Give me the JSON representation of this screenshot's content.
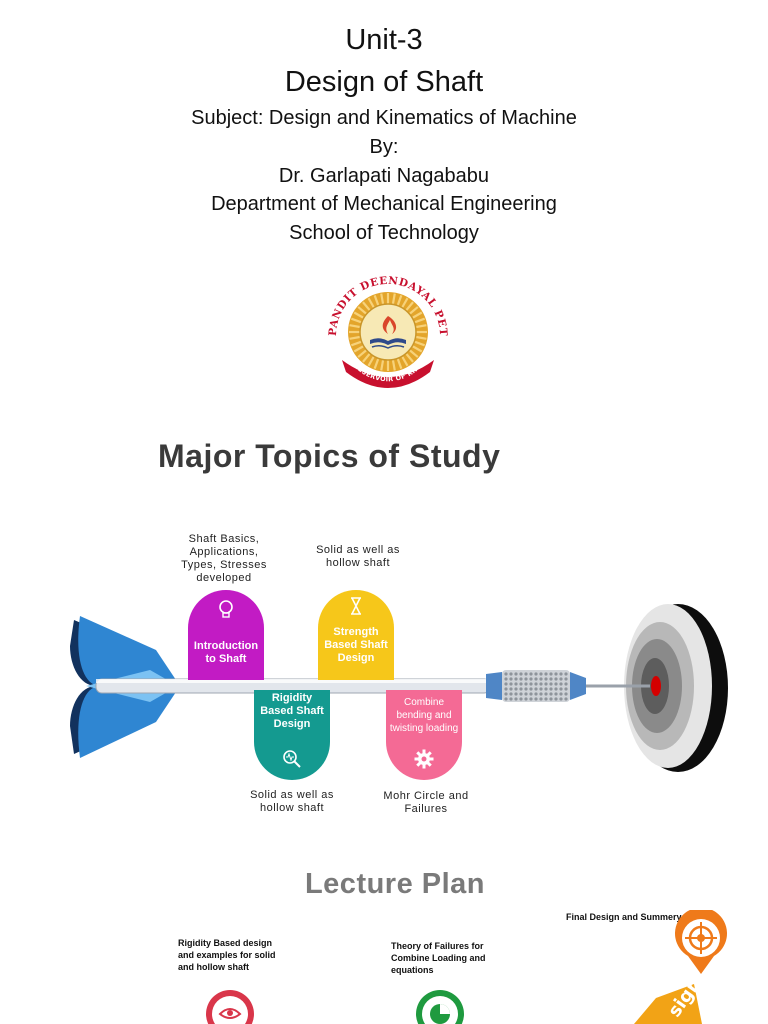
{
  "header": {
    "unit": "Unit-3",
    "title": "Design of Shaft",
    "subject": "Subject: Design and Kinematics of Machine",
    "by": "By:",
    "author": "Dr. Garlapati Nagababu",
    "department": "Department of Mechanical Engineering",
    "school": "School of Technology"
  },
  "logo": {
    "ring_text": "PANDIT DEENDAYAL PETROLEUM UNIVERSITY",
    "motto": "A RESERVOIR OF KNOWLEDGE",
    "colors": {
      "ring": "#c8102e",
      "sun": "#e3a52b",
      "inner": "#f7e9b5"
    }
  },
  "topics": {
    "heading": "Major Topics of Study",
    "items": [
      {
        "label": "Introduction to Shaft",
        "caption": "Shaft Basics, Applications, Types, Stresses developed",
        "color": "#c21bc4",
        "icon": "lightbulb-icon"
      },
      {
        "label": "Strength Based Shaft Design",
        "caption": "Solid as well as hollow shaft",
        "color": "#f6c71a",
        "icon": "hourglass-icon"
      },
      {
        "label": "Rigidity Based Shaft Design",
        "caption": "Solid as well as hollow shaft",
        "color": "#149a90",
        "icon": "magnifier-icon"
      },
      {
        "label": "Combine bending and twisting loading",
        "caption": "Mohr Circle and Failures",
        "color": "#f46a95",
        "icon": "gear-icon"
      }
    ]
  },
  "lecture_plan": {
    "heading": "Lecture Plan",
    "notes": [
      "Rigidity Based design and examples for solid and hollow shaft",
      "Theory of Failures for Combine Loading and equations",
      "Final Design and Summery"
    ],
    "cropped_label": "sign"
  }
}
